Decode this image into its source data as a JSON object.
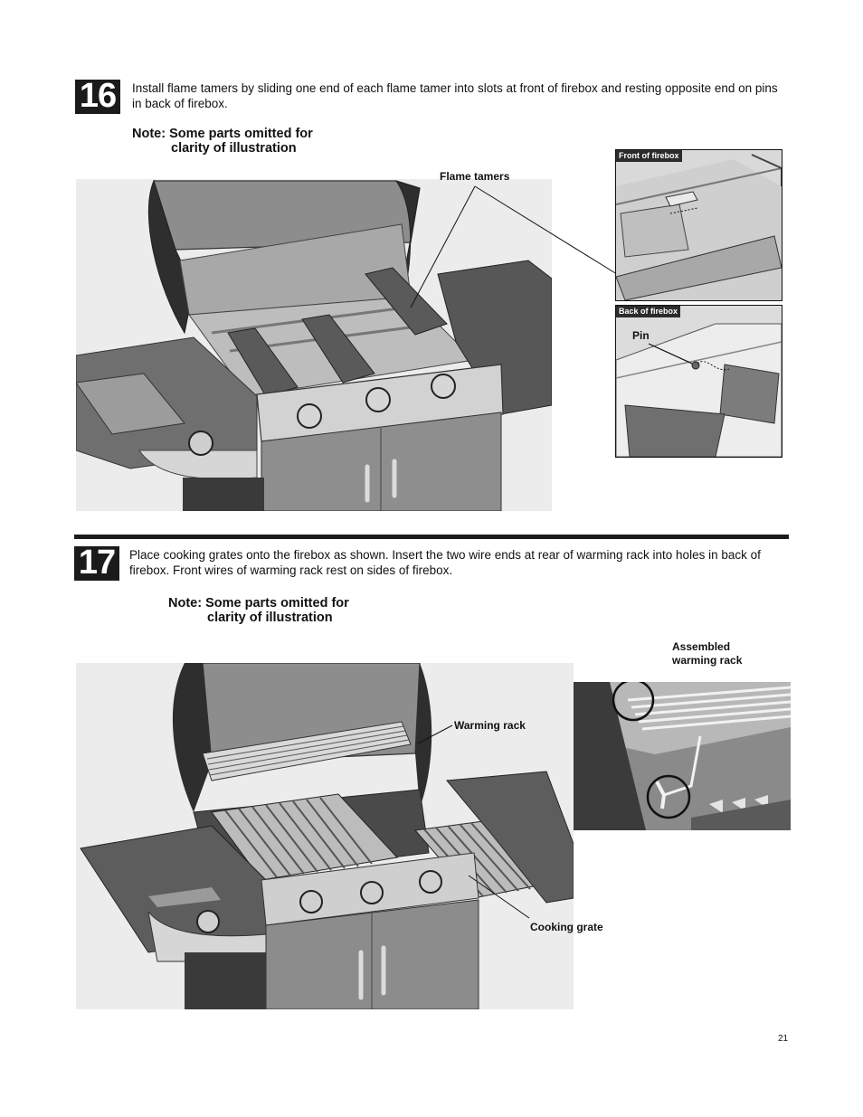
{
  "step16": {
    "number": "16",
    "instruction": "Install flame tamers by sliding one end of each flame tamer into slots at front of firebox and resting opposite end on pins in back of firebox.",
    "note_line1": "Note: Some parts omitted for",
    "note_line2": "clarity of illustration",
    "callout_flame_tamers": "Flame tamers",
    "inset_front_title": "Front of firebox",
    "inset_back_title": "Back of firebox",
    "inset_back_pin": "Pin"
  },
  "step17": {
    "number": "17",
    "instruction": "Place cooking grates onto the firebox as shown. Insert the two wire ends at rear of warming rack into holes in back of firebox. Front wires of warming rack rest on sides of firebox.",
    "note_line1": "Note: Some parts omitted for",
    "note_line2": "clarity of illustration",
    "callout_warming_rack": "Warming rack",
    "callout_cooking_grate": "Cooking grate",
    "inset_title_line1": "Assembled",
    "inset_title_line2": "warming rack"
  },
  "footer": {
    "page_number": "21"
  }
}
